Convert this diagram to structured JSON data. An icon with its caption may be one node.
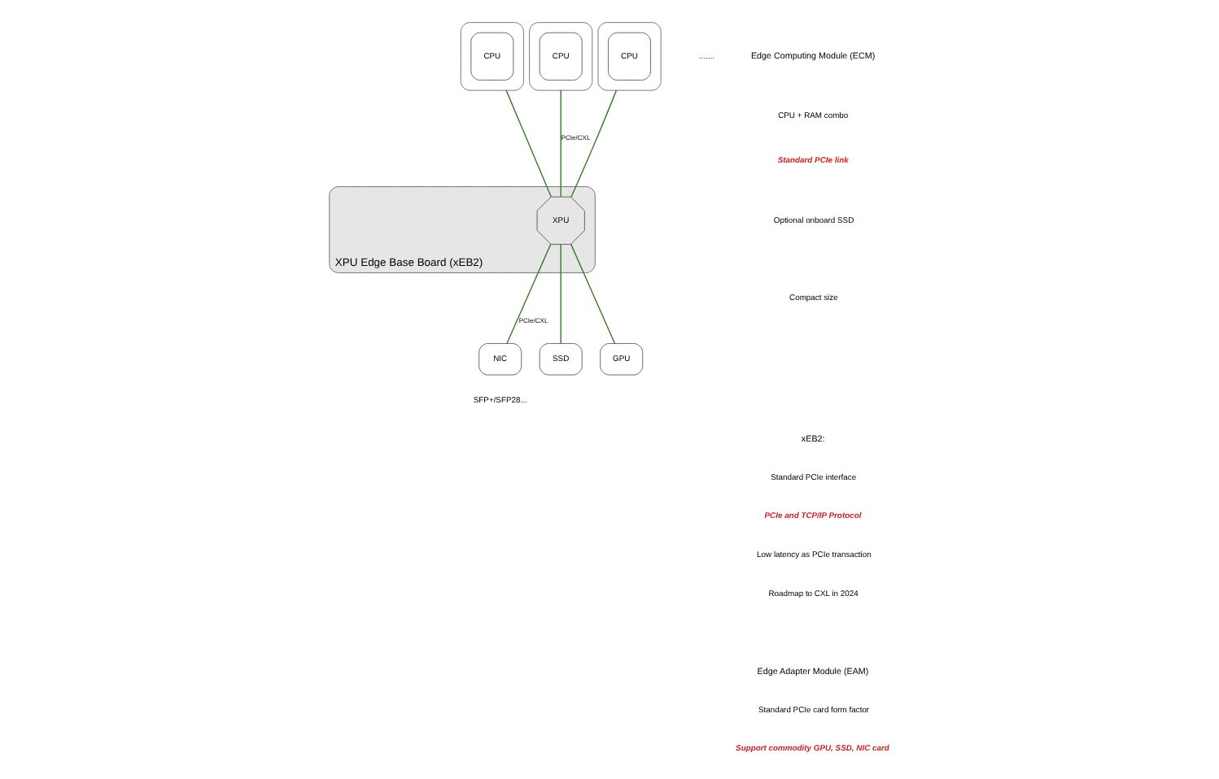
{
  "diagram": {
    "nodes": [
      {
        "text": [],
        "shape": "box"
      },
      {
        "text": [
          "CPU"
        ],
        "in": 0
      },
      {
        "text": [],
        "shape": "box"
      },
      {
        "text": [
          "CPU"
        ],
        "in": 2
      },
      {
        "text": [],
        "shape": "box"
      },
      {
        "text": [
          "CPU"
        ],
        "in": 4
      },
      {
        "text": [
          "XPU Edge Base Board (xEB2)"
        ]
      },
      {
        "text": [
          "XPU"
        ],
        "in": 6
      },
      {
        "text": [
          "NIC"
        ],
        "beside": [
          "SFP+/SFP28..."
        ]
      },
      {
        "text": [
          "SSD"
        ]
      },
      {
        "text": [
          "GPU"
        ]
      }
    ],
    "edges": [
      {
        "from": 0,
        "to": 7,
        "arrow": "none"
      },
      {
        "from": 2,
        "to": 7,
        "arrow": "none",
        "label": "PCIe/CXL"
      },
      {
        "from": 4,
        "to": 7,
        "arrow": "none"
      },
      {
        "from": 7,
        "to": 8,
        "arrow": "none",
        "label": "PCIe/CXL"
      },
      {
        "from": 7,
        "to": 9,
        "arrow": "none"
      },
      {
        "from": 7,
        "to": 10,
        "arrow": "none"
      }
    ],
    "labels": [
      ".......",
      "Edge Computing Module (ECM)",
      "CPU + RAM combo",
      "Standard PCIe link",
      "Optional onboard SSD",
      "Compact size",
      "xEB2:",
      "Standard PCIe interface",
      "PCIe and TCP/IP Protocol",
      "Low latency as PCIe transaction",
      "Roadmap to CXL in 2024",
      "Edge Adapter Module (EAM)",
      "Standard PCIe card form factor",
      "Support commodity GPU, SSD, NIC card"
    ]
  }
}
